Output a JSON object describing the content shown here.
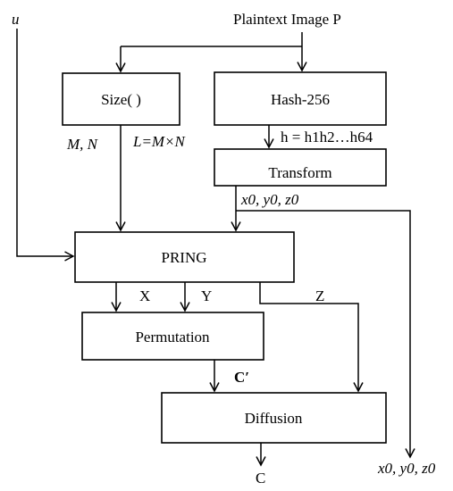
{
  "top": {
    "u": "u",
    "plaintext": "Plaintext Image P"
  },
  "boxes": {
    "size": "Size( )",
    "hash": "Hash-256",
    "transform": "Transform",
    "pring": "PRING",
    "permutation": "Permutation",
    "diffusion": "Diffusion"
  },
  "labels": {
    "mn": "M, N",
    "l_expr": "L=M×N",
    "h_expr": "h = h1h2…h64",
    "seeds": "x0, y0, z0",
    "x": "X",
    "y": "Y",
    "z": "Z",
    "c_prime": "C′",
    "c": "C",
    "seeds_out": "x0, y0, z0"
  }
}
